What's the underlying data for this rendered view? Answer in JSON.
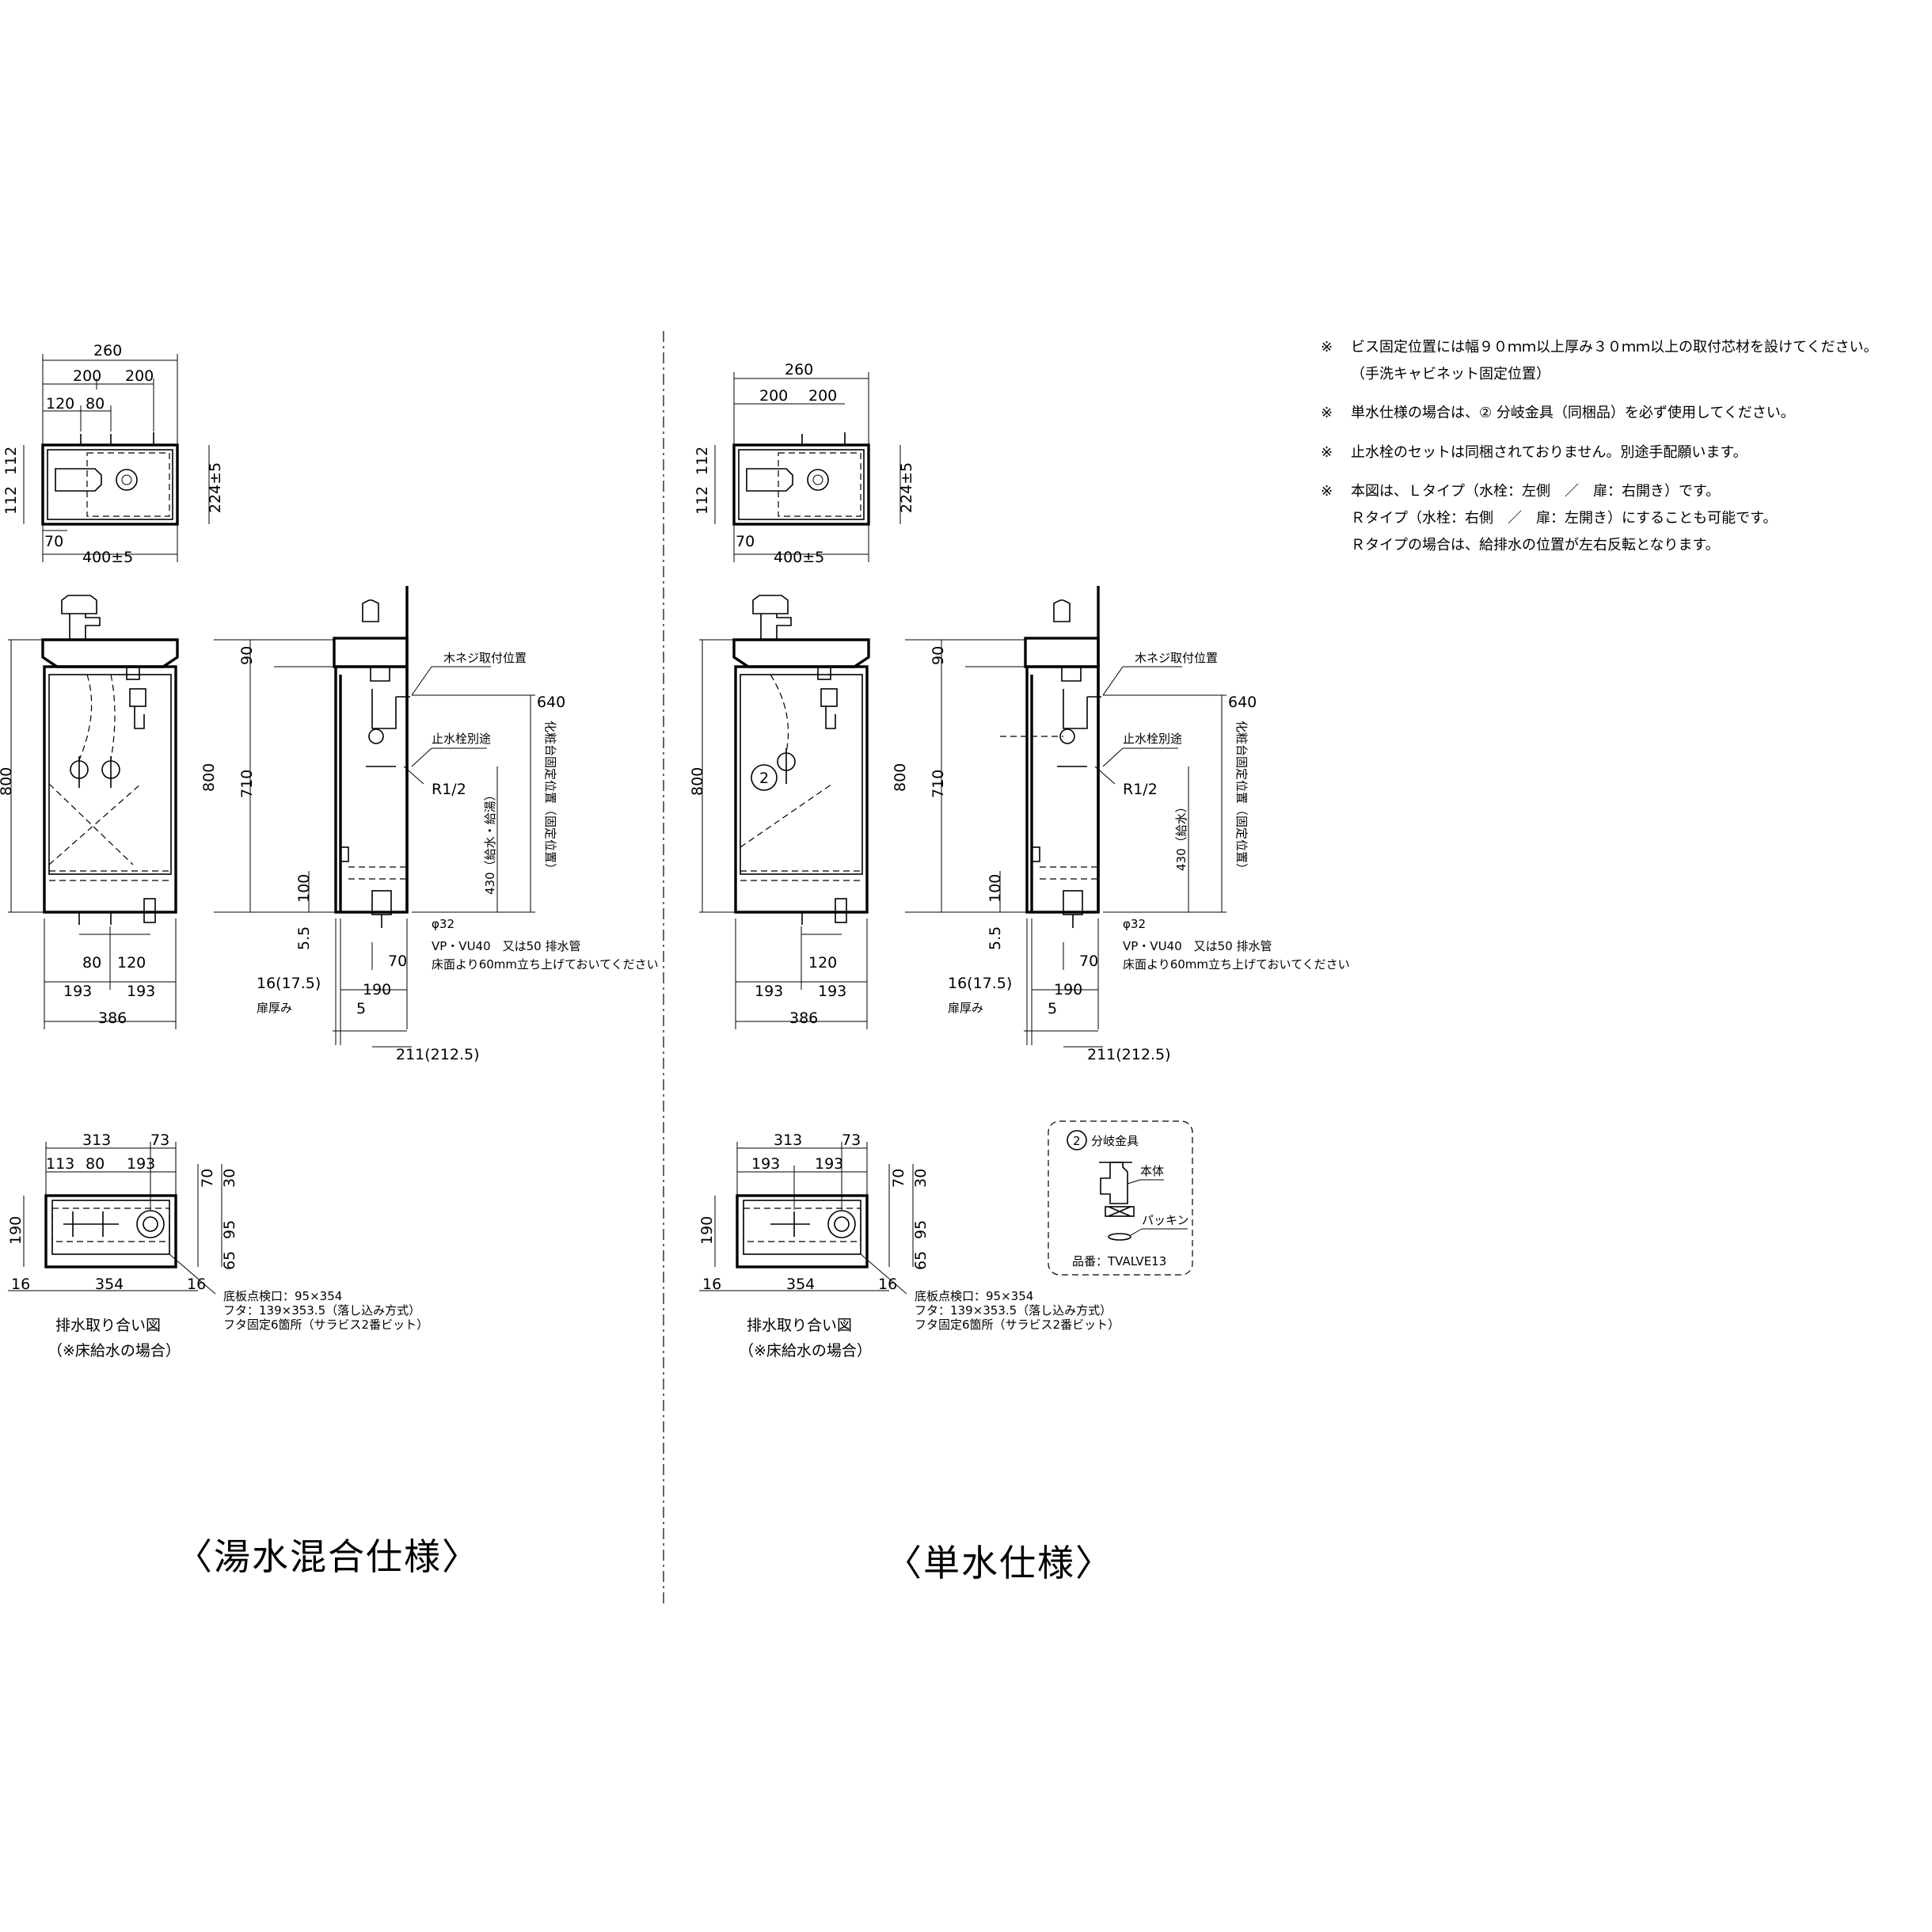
{
  "notes": [
    {
      "mark": "※",
      "lines": [
        "ビス固定位置には幅９０ｍｍ以上厚み３０ｍｍ以上の取付芯材を設けてください。",
        "（手洗キャビネット固定位置）"
      ]
    },
    {
      "mark": "※",
      "lines": [
        "単水仕様の場合は、② 分岐金具（同梱品）を必ず使用してください。"
      ]
    },
    {
      "mark": "※",
      "lines": [
        "止水栓のセットは同梱されておりません。別途手配願います。"
      ]
    },
    {
      "mark": "※",
      "lines": [
        "本図は、Ｌタイプ（水栓：左側　／　扉：右開き）です。",
        "Ｒタイプ（水栓：右側　／　扉：左開き）にすることも可能です。",
        "Ｒタイプの場合は、給排水の位置が左右反転となります。"
      ]
    }
  ],
  "captions": {
    "mixed": "〈湯水混合仕様〉",
    "single": "〈単水仕様〉"
  },
  "top_view": {
    "w260": "260",
    "w200a": "200",
    "w200b": "200",
    "w120": "120",
    "w80": "80",
    "h112a": "112",
    "h112b": "112",
    "h224": "224±5",
    "w70": "70",
    "w400": "400±5"
  },
  "front_view": {
    "h800": "800",
    "w80": "80",
    "w120": "120",
    "w193a": "193",
    "w193b": "193",
    "w386": "386"
  },
  "side_view": {
    "h800": "800",
    "h90": "90",
    "h710": "710",
    "h100": "100",
    "h5_5": "5.5",
    "h640": "640",
    "h430_mixed": "430（給水・給湯）",
    "h430_single": "430（給水）",
    "w16": "16(17.5)",
    "door_thickness": "扉厚み",
    "w190": "190",
    "w5": "5",
    "w70": "70",
    "w211": "211(212.5)",
    "screw_position": "木ネジ取付位置",
    "stop_valve": "止水栓別途",
    "r12": "R1/2",
    "phi32": "φ32",
    "drain_pipe": "VP・VU40　又は50 排水管",
    "drain_rise": "床面より60mm立ち上げておいてください",
    "vanity_fixing": "化粧台固定位置（固定位置）"
  },
  "bottom_view": {
    "w313": "313",
    "w73": "73",
    "w113": "113",
    "w80": "80",
    "w193": "193",
    "w193a": "193",
    "w193b": "193",
    "h70": "70",
    "h30": "30",
    "h190": "190",
    "h95": "95",
    "h65": "65",
    "w16a": "16",
    "w354": "354",
    "w16b": "16",
    "spec1": "底板点検口：95×354",
    "spec2": "フタ：139×353.5（落し込み方式）",
    "spec3": "フタ固定6箇所（サラビス2番ビット）",
    "title": "排水取り合い図",
    "subtitle": "（※床給水の場合）"
  },
  "branch_fitting": {
    "number": "2",
    "title": "分岐金具",
    "body": "本体",
    "packing": "パッキン",
    "part_no": "品番：TVALVE13"
  },
  "callout_number": "2"
}
